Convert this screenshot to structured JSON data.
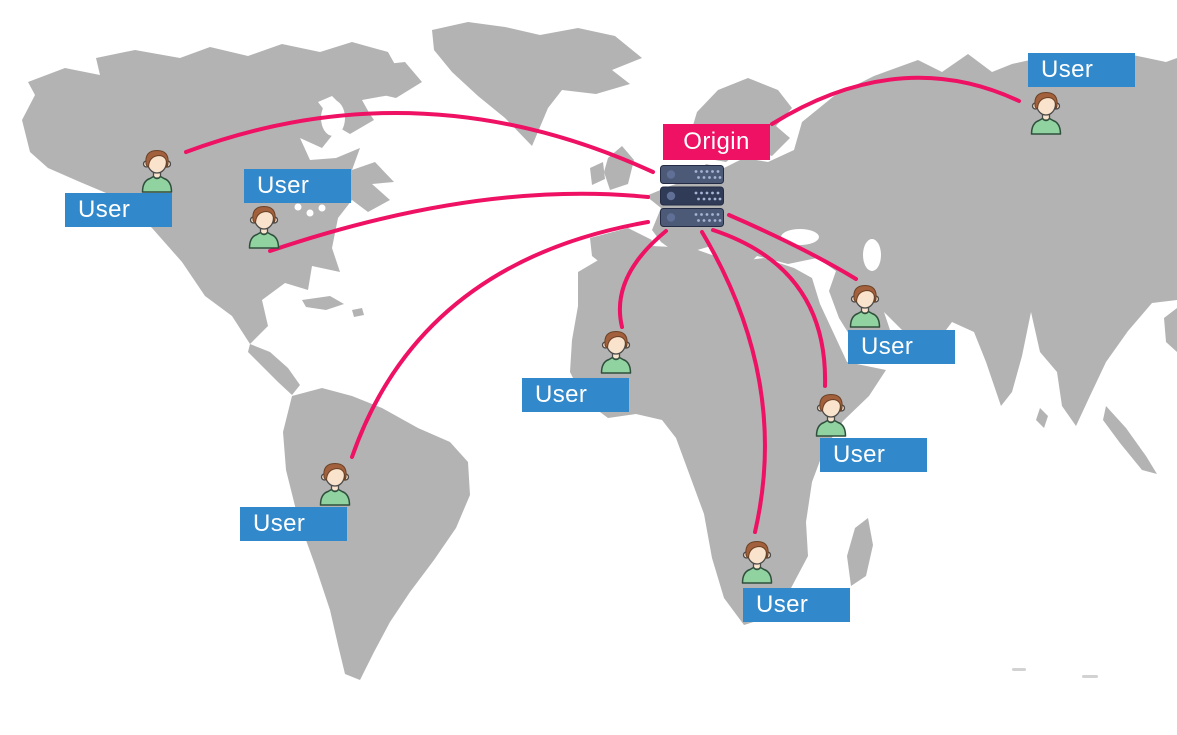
{
  "colors": {
    "accent_pink": "#EE1164",
    "label_blue": "#3189CB",
    "map_gray": "#B3B3B3",
    "server_light": "#4C5A78",
    "server_dark": "#303B58",
    "server_dot": "#A7B4D4",
    "server_knob": "#5F6F96",
    "person_skin": "#FAE3CC",
    "person_hair": "#A2603C",
    "person_shirt": "#90D2A0"
  },
  "origin": {
    "label": "Origin",
    "icon": "server-stack-icon"
  },
  "users": [
    {
      "label": "User",
      "region": "north-america-west"
    },
    {
      "label": "User",
      "region": "north-america-east"
    },
    {
      "label": "User",
      "region": "russia"
    },
    {
      "label": "User",
      "region": "arabia"
    },
    {
      "label": "User",
      "region": "africa-west"
    },
    {
      "label": "User",
      "region": "africa-east"
    },
    {
      "label": "User",
      "region": "africa-south"
    },
    {
      "label": "User",
      "region": "south-america"
    }
  ]
}
